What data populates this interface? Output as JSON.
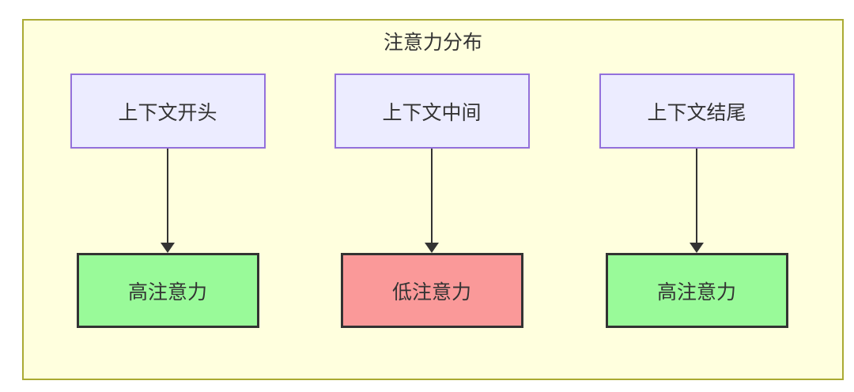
{
  "diagram": {
    "title": "注意力分布",
    "columns": [
      {
        "source": "上下文开头",
        "target": "高注意力",
        "level": "high"
      },
      {
        "source": "上下文中间",
        "target": "低注意力",
        "level": "low"
      },
      {
        "source": "上下文结尾",
        "target": "高注意力",
        "level": "high"
      }
    ],
    "colors": {
      "container_fill": "#ffffde",
      "container_border": "#aaaa33",
      "source_fill": "#ececff",
      "source_border": "#9370db",
      "high_fill": "#99fa99",
      "low_fill": "#fa9999",
      "target_border": "#333333",
      "arrow": "#333333",
      "text": "#333333"
    }
  }
}
